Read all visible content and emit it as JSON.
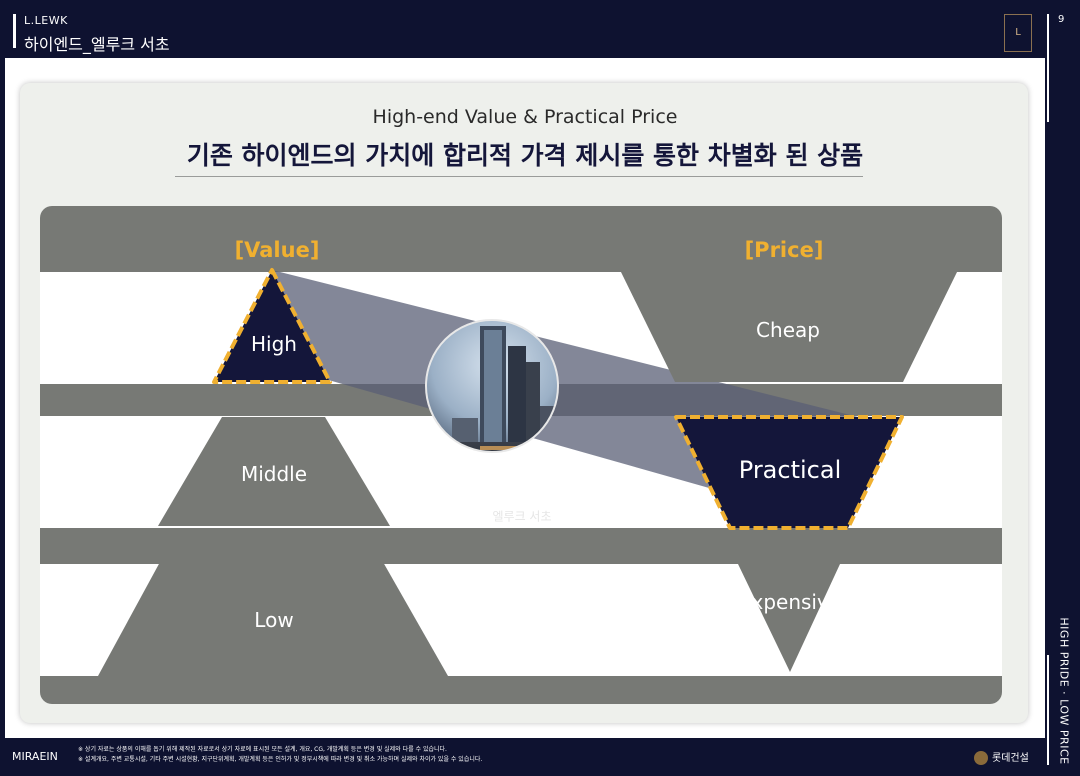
{
  "header": {
    "brand": "L.LEWK",
    "title": "하이엔드_엘루크 서초",
    "page_number": "9",
    "logo_text": "L"
  },
  "side_vertical_text": "HIGH PRIDE · LOW PRICE",
  "slide": {
    "subtitle": "High-end Value & Practical Price",
    "headline": "기존 하이엔드의 가치에 합리적 가격 제시를 통한 차별화 된 상품",
    "value_heading": "[Value]",
    "price_heading": "[Price]",
    "value_tiers": [
      "High",
      "Middle",
      "Low"
    ],
    "price_tiers": [
      "Cheap",
      "Practical",
      "Expensive"
    ],
    "photo_caption": "엘루크 서초"
  },
  "footer": {
    "logo": "MIRAEIN",
    "note_line1": "※ 상기 자료는 상품의 이해를 돕기 위해 제작된 자료로서 상기 자료에 표시된 모든 설계, 개요, CG, 개발계획 등은 변경 및 실제와 다를 수 있습니다.",
    "note_line2": "※ 설계개요, 주변 교통시설, 기타 주변 시설현황, 지구단위계획, 개발계획 등은 인허가 및 정부시책에 따라 변경 및 취소 가능하며 실제와 차이가 있을 수 있습니다.",
    "company": "롯데건설"
  },
  "colors": {
    "navy": "#0e1230",
    "accent": "#f0b030",
    "panel": "#777975"
  }
}
